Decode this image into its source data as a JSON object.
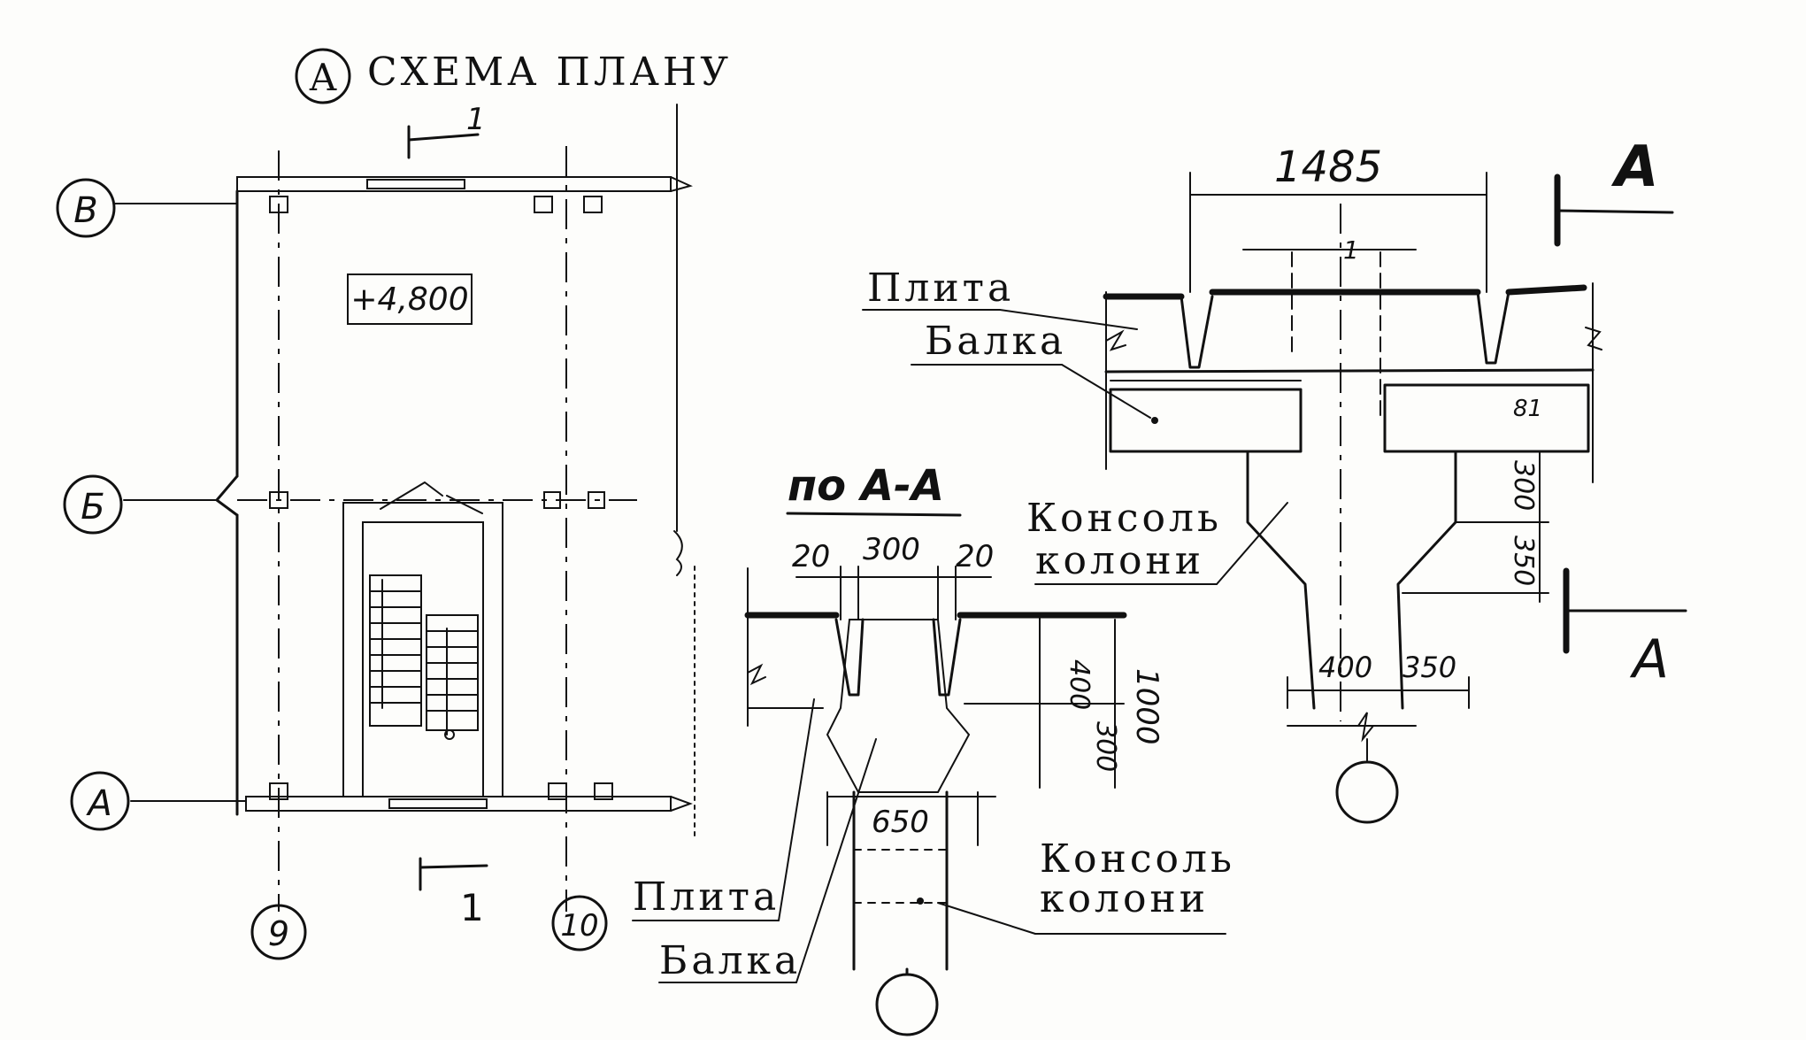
{
  "plan": {
    "marker": "А",
    "title": "СХЕМА ПЛАНУ",
    "elevation": "+4,800",
    "axes_rows": [
      "В",
      "Б",
      "А"
    ],
    "axes_cols": [
      "9",
      "10"
    ],
    "cut_top": "1",
    "cut_bottom": "1"
  },
  "section_aa": {
    "title": "по А-А",
    "dims": {
      "d20_left": "20",
      "d300": "300",
      "d20_right": "20",
      "d400": "400",
      "d1000": "1000",
      "d300_b": "300",
      "d650": "650"
    },
    "labels": {
      "plate": "Плита",
      "beam": "Балка",
      "console_1": "Консоль",
      "console_2": "колони"
    }
  },
  "section_main": {
    "dim_top": "1485",
    "axis_mark": "1",
    "cut_label_top": "А",
    "cut_label_bottom": "А",
    "dims": {
      "d300": "300",
      "d350_v": "350",
      "d400": "400",
      "d350_h": "350",
      "d81": "81"
    },
    "labels": {
      "plate": "Плита",
      "beam": "Балка",
      "console_1": "Консоль",
      "console_2": "колони"
    }
  }
}
